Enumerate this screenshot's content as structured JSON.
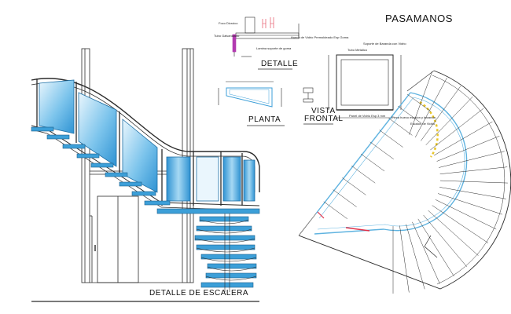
{
  "drawing": {
    "title": "PASAMANOS",
    "staircase_caption": "DETALLE DE ESCALERA",
    "detail_caption": "DETALLE",
    "plan_caption": "PLANTA",
    "front_caption_line1": "VISTA",
    "front_caption_line2": "FRONTAL"
  },
  "notes": {
    "foco": "Foco Dicroico",
    "tubo": "Tubo Galvanizado",
    "lamina": "Lamina soporte de goma",
    "hueco": "Hueco de Vidrio Premoldeado Esp Goma",
    "soporte": "Soporte de Baranda con Vidrio",
    "tubo_metalico": "Tubo Metalico",
    "panel": "Panel de Vidrio Esp 3 mm",
    "pieza": "Pieza hueco escalon y baranda",
    "escalon": "Escalon de Vidrio"
  },
  "colors": {
    "line": "#2b2b2b",
    "glass": "#5ab4e6",
    "glass_light": "#cfe9f8",
    "step": "#3c9fd8",
    "plan_outline": "#5fb3e0",
    "accent_red": "#e0324a",
    "accent_yellow": "#e8c62a",
    "purple": "#b23ab0"
  }
}
